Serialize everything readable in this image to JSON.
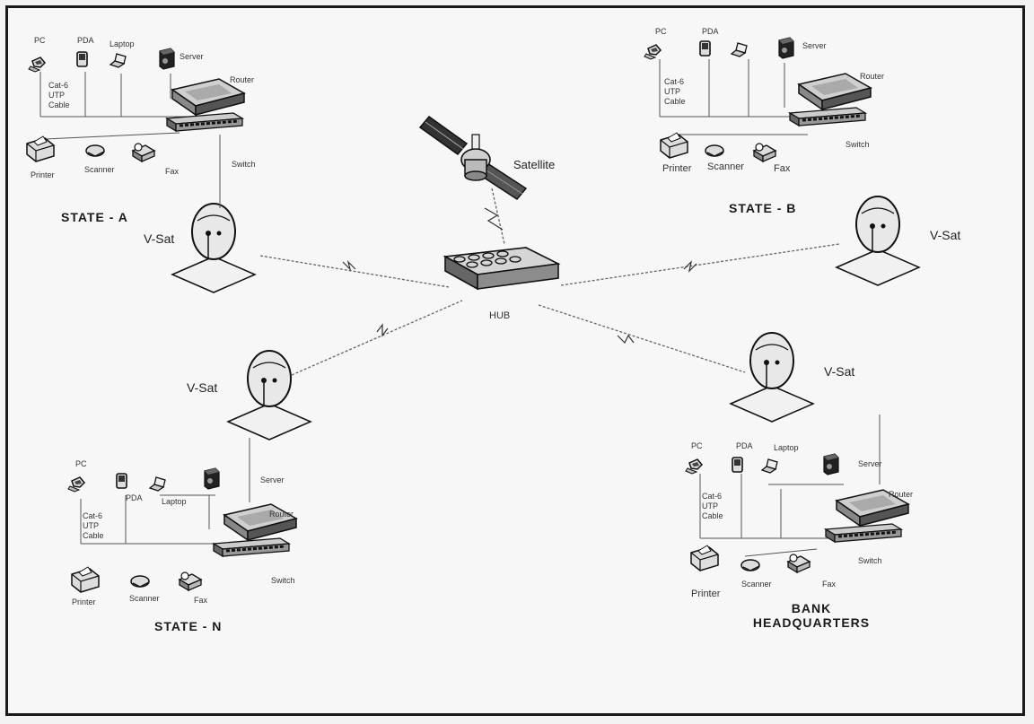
{
  "diagram": {
    "satellite_label": "Satellite",
    "hub_label": "HUB",
    "vsat_label": "V-Sat",
    "site_titles": {
      "state_a": "STATE - A",
      "state_b": "STATE - B",
      "state_n": "STATE - N",
      "bank_hq_line1": "BANK",
      "bank_hq_line2": "HEADQUARTERS"
    },
    "device_labels": {
      "pc": "PC",
      "pda": "PDA",
      "laptop": "Laptop",
      "server": "Server",
      "router": "Router",
      "switch": "Switch",
      "printer": "Printer",
      "scanner": "Scanner",
      "fax": "Fax",
      "cable_line1": "Cat-6",
      "cable_line2": "UTP",
      "cable_line3": "Cable"
    }
  }
}
